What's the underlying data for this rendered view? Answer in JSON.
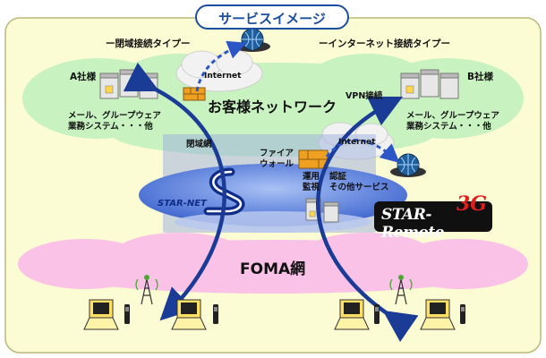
{
  "title": "サービスイメージ",
  "sections": {
    "left_heading": "ー閉域接続タイプー",
    "right_heading": "ーインターネット接続タイプー"
  },
  "companies": {
    "a_name": "A社様",
    "a_desc_line1": "メール、グループウェア",
    "a_desc_line2": "業務システム・・・他",
    "b_name": "B社様",
    "b_desc_line1": "メール、グループウェア",
    "b_desc_line2": "業務システム・・・他"
  },
  "labels": {
    "internet_top": "Internet",
    "internet_right": "Internet",
    "customer_network": "お客様ネットワーク",
    "vpn": "VPN接続",
    "closed_network": "閉域網",
    "firewall_line1": "ファイア",
    "firewall_line2": "ウォール",
    "ops_line1": "運用",
    "ops_line2": "監視",
    "auth_line1": "認証",
    "auth_line2": "その他サービス",
    "star_net": "STAR-NET",
    "star_remote": "STAR-Remote",
    "star_remote_3g": "3G",
    "foma": "FOMA網"
  },
  "colors": {
    "outer_frame_bg": "#fbfbd4",
    "outer_frame_border": "#b9b97a",
    "green_cloud": "#c8f2c0",
    "pink_cloud": "#f9c2e6",
    "blue_platform": "#6d90e6",
    "arrow": "#1a3c96",
    "dashed_arrow": "#2b56c8",
    "title_text": "#1a4fa0",
    "firewall": "#f0a020",
    "star_remote_3g": "#e02020"
  },
  "icons": {
    "servers": "server-icon",
    "globe": "globe-icon",
    "firewall": "firewall-icon",
    "antenna": "antenna-icon",
    "laptop": "laptop-icon",
    "phone": "mobile-phone-icon"
  }
}
